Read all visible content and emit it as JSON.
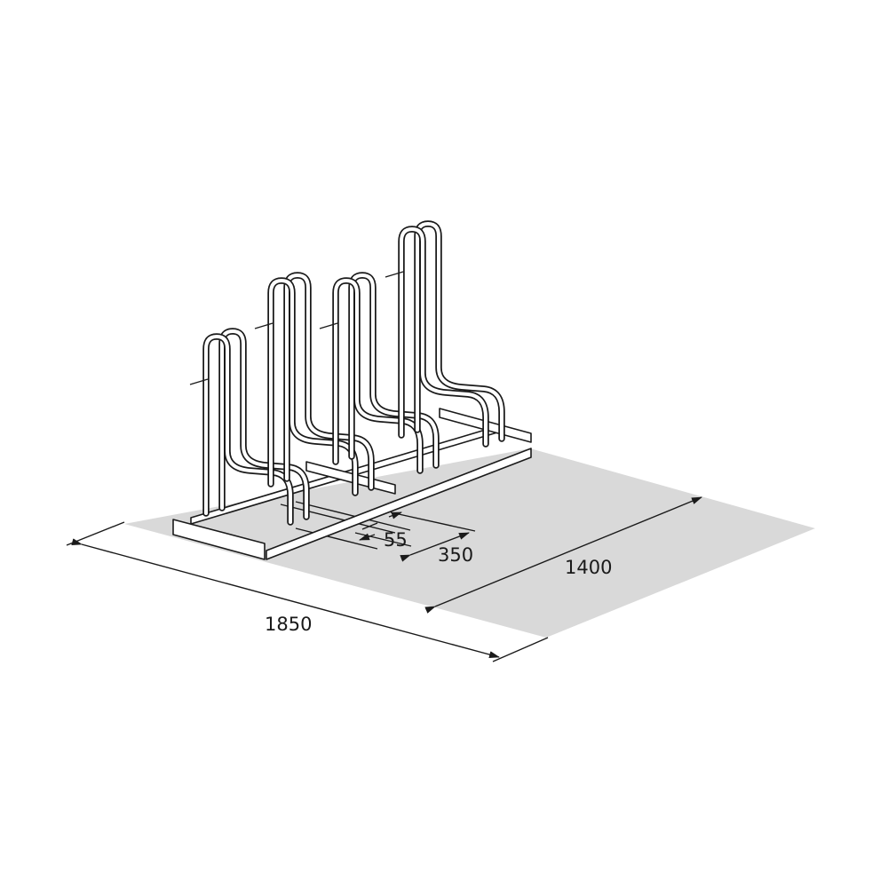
{
  "dimensions": {
    "length": "1850",
    "depth": "1400",
    "tube_gap": "55",
    "spacing": "350"
  },
  "colors": {
    "floor": "#d9d9d9",
    "line": "#1a1a1a",
    "background": "#ffffff"
  }
}
